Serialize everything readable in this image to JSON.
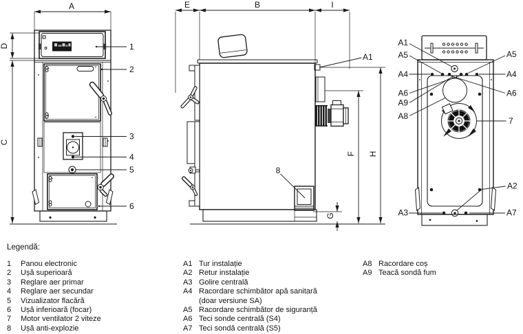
{
  "colors": {
    "line": "#1a1a1a",
    "text": "#111111",
    "background": "#ffffff"
  },
  "diagram": {
    "dims": {
      "a": "A",
      "b": "B",
      "c": "C",
      "d": "D",
      "e": "E",
      "f": "F",
      "g": "G",
      "h": "H",
      "i": "I"
    },
    "front_callouts": {
      "c1": "1",
      "c2": "2",
      "c3": "3",
      "c4": "4",
      "c5": "5",
      "c6": "6"
    },
    "side_callouts": {
      "c8": "8",
      "a1": "A1"
    },
    "rear_callouts_left": {
      "a1": "A1",
      "a5": "A5",
      "a4": "A4",
      "a6": "A6",
      "a9": "A9",
      "a8": "A8",
      "a3": "A3"
    },
    "rear_callouts_right": {
      "a5": "A5",
      "a4": "A4",
      "a6": "A6",
      "c7": "7",
      "a2": "A2",
      "a7": "A7"
    }
  },
  "legend": {
    "title": "Legendă:",
    "col1": [
      {
        "id": "1",
        "label": "Panou electronic"
      },
      {
        "id": "2",
        "label": "Ușă superioară"
      },
      {
        "id": "3",
        "label": "Reglare aer primar"
      },
      {
        "id": "4",
        "label": "Reglare aer secundar"
      },
      {
        "id": "5",
        "label": "Vizualizator flacără"
      },
      {
        "id": "6",
        "label": "Ușă inferioară (focar)"
      },
      {
        "id": "7",
        "label": "Motor ventilator 2 viteze"
      },
      {
        "id": "8",
        "label": "Ușă anti-explozie"
      }
    ],
    "col2": [
      {
        "id": "A1",
        "label": "Tur instalație"
      },
      {
        "id": "A2",
        "label": "Retur instalație"
      },
      {
        "id": "A3",
        "label": "Golire centrală"
      },
      {
        "id": "A4",
        "label": "Racordare schimbător apă sanitară",
        "label2": "(doar versiune SA)"
      },
      {
        "id": "A5",
        "label": "Racordare schimbător de siguranță"
      },
      {
        "id": "A6",
        "label": "Teci sonde centrală (S4)"
      },
      {
        "id": "A7",
        "label": "Teci sondă centrală (S5)"
      }
    ],
    "col3": [
      {
        "id": "A8",
        "label": "Racordare coș"
      },
      {
        "id": "A9",
        "label": "Teacă sondă fum"
      }
    ]
  }
}
